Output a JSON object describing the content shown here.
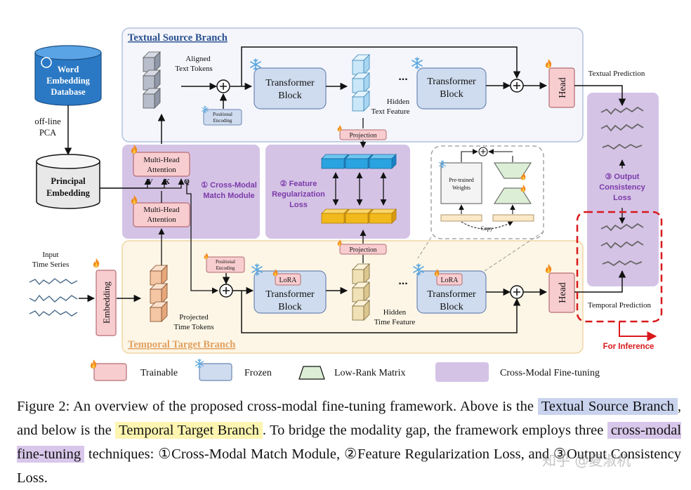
{
  "colors": {
    "trainable": "#f8cdd0",
    "frozen": "#cfdcef",
    "cross_modal": "#d5c3e6",
    "textual_branch_title": "#2a4f8f",
    "temporal_branch_title": "#e0a060",
    "accent_purple": "#7b3aa8",
    "inference_red": "#d8191c"
  },
  "branches": {
    "textual": "Textual Source Branch",
    "temporal": "Temporal Target Branch"
  },
  "left": {
    "db_line1": "Word",
    "db_line2": "Embedding",
    "db_line3": "Database",
    "pca_line1": "off-line",
    "pca_line2": "PCA",
    "principal_line1": "Principal",
    "principal_line2": "Embedding",
    "input_line1": "Input",
    "input_line2": "Time Series",
    "embedding": "Embedding"
  },
  "textual": {
    "aligned_line1": "Aligned",
    "aligned_line2": "Text Tokens",
    "pos_line1": "Positional",
    "pos_line2": "Encoding",
    "block1_line1": "Transformer",
    "block1_line2": "Block",
    "hidden_line1": "Hidden",
    "hidden_line2": "Text Feature",
    "dots": "...",
    "block2_line1": "Transformer",
    "block2_line2": "Block",
    "head": "Head",
    "prediction": "Textual Prediction",
    "projection": "Projection"
  },
  "modules": {
    "mha_top_line1": "Multi-Head",
    "mha_top_line2": "Attention",
    "mha_bottom_line1": "Multi-Head",
    "mha_bottom_line2": "Attention",
    "v": "V",
    "k": "K",
    "q": "Q",
    "cm_line1": "① Cross-Modal",
    "cm_line2": "Match Module",
    "fr_line1": "② Feature",
    "fr_line2": "Regularization",
    "fr_line3": "Loss",
    "oc_line1": "③ Output",
    "oc_line2": "Consistency",
    "oc_line3": "Loss"
  },
  "lora_detail": {
    "pretrained_line1": "Pre-trained",
    "pretrained_line2": "Weights",
    "copy": "Copy"
  },
  "temporal": {
    "projected_line1": "Projected",
    "projected_line2": "Time Tokens",
    "pos_line1": "Positional",
    "pos_line2": "Encoding",
    "lora": "LoRA",
    "block1_line1": "Transformer",
    "block1_line2": "Block",
    "hidden_line1": "Hidden",
    "hidden_line2": "Time Feature",
    "dots": "...",
    "lora2": "LoRA",
    "block2_line1": "Transformer",
    "block2_line2": "Block",
    "head": "Head",
    "prediction": "Temporal Prediction",
    "projection": "Projection",
    "for_inference": "For Inference"
  },
  "legend": {
    "trainable": "Trainable",
    "frozen": "Frozen",
    "low_rank": "Low-Rank Matrix",
    "cross_modal": "Cross-Modal Fine-tuning"
  },
  "caption": {
    "p1": "Figure 2:  An overview of the proposed cross-modal fine-tuning framework.  Above is the",
    "hl1": "Textual Source Branch",
    "p2": ", and below is the",
    "hl2": "Temporal Target Branch",
    "p3": ". To bridge the modality gap, the framework employs three",
    "hl3": "cross-modal fine-tuning",
    "p4": "techniques: ①Cross-Modal Match Module, ②Feature Regularization Loss, and ③Output Consistency Loss."
  },
  "watermark": "知乎 @夏淑机"
}
